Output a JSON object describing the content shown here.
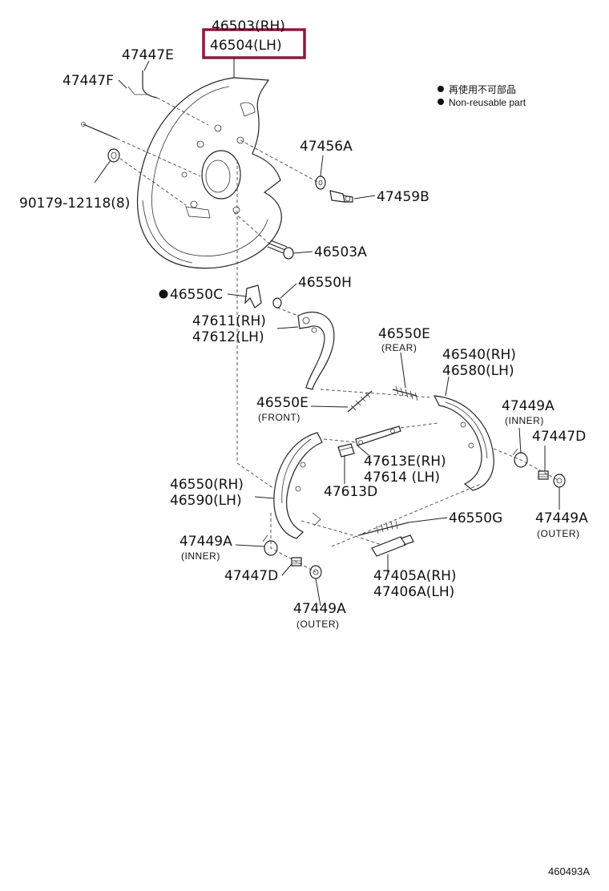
{
  "colors": {
    "highlight": "#8a1a3c",
    "ink": "#222222"
  },
  "callouts": {
    "p46503rh": "46503(RH)",
    "p46504lh": "46504(LH)",
    "p47447e": "47447E",
    "p47447f": "47447F",
    "p47456a": "47456A",
    "p47459b": "47459B",
    "p90179": "90179-12118(8)",
    "p46503a": "46503A",
    "p46550c": "46550C",
    "p46550h": "46550H",
    "p47611rh": "47611(RH)",
    "p47612lh": "47612(LH)",
    "p46550e_rear": "46550E",
    "rear": "(REAR)",
    "p46540rh": "46540(RH)",
    "p46580lh": "46580(LH)",
    "p46550e_front": "46550E",
    "front": "(FRONT)",
    "p47449a_inner_r": "47449A",
    "inner_r": "(INNER)",
    "p47447d_r": "47447D",
    "p47613erh": "47613E(RH)",
    "p47614lh": "47614  (LH)",
    "p47613d": "47613D",
    "p46550rh": "46550(RH)",
    "p46590lh": "46590(LH)",
    "p47449a_outer_r": "47449A",
    "outer_r": "(OUTER)",
    "p46550g": "46550G",
    "p47449a_inner_l": "47449A",
    "inner_l": "(INNER)",
    "p47447d_l": "47447D",
    "p47405arh": "47405A(RH)",
    "p47406alh": "47406A(LH)",
    "p47449a_outer_l": "47449A",
    "outer_l": "(OUTER)"
  },
  "legend": {
    "jp": "再使用不可部品",
    "en": "Non-reusable part"
  },
  "diagram_ref": "460493A"
}
